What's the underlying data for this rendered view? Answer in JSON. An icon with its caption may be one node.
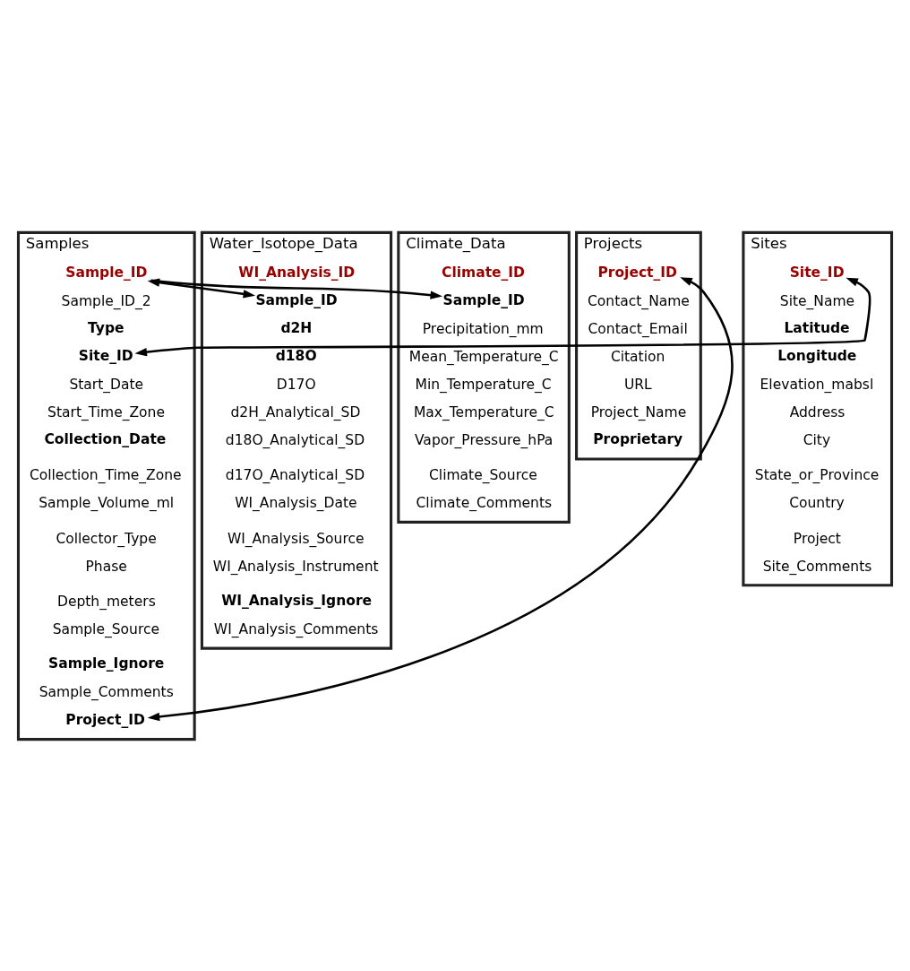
{
  "diagram": {
    "nodes": [
      {
        "text": [
          "Samples"
        ]
      },
      {
        "text": [
          "Sample_ID"
        ],
        "in": 0
      },
      {
        "text": [
          "Sample_ID_2"
        ],
        "in": 0
      },
      {
        "text": [
          "Type"
        ],
        "in": 0
      },
      {
        "text": [
          "Site_ID"
        ],
        "in": 0
      },
      {
        "text": [
          "Start_Date"
        ],
        "in": 0
      },
      {
        "text": [
          "Start_Time_Zone"
        ],
        "in": 0
      },
      {
        "text": [
          "Collection_Date"
        ],
        "in": 0
      },
      {
        "text": [
          "Collection_Time_Zone"
        ],
        "in": 0
      },
      {
        "text": [
          "Sample_Volume_ml"
        ],
        "in": 0
      },
      {
        "text": [
          "Collector_Type"
        ],
        "in": 0
      },
      {
        "text": [
          "Phase"
        ],
        "in": 0
      },
      {
        "text": [
          "Depth_meters"
        ],
        "in": 0
      },
      {
        "text": [
          "Sample_Source"
        ],
        "in": 0
      },
      {
        "text": [
          "Sample_Ignore"
        ],
        "in": 0
      },
      {
        "text": [
          "Sample_Comments"
        ],
        "in": 0
      },
      {
        "text": [
          "Project_ID"
        ],
        "in": 0
      },
      {
        "text": [
          "Sites"
        ]
      },
      {
        "text": [
          "Site_ID"
        ],
        "in": 17
      },
      {
        "text": [
          "Site_Name"
        ],
        "in": 17
      },
      {
        "text": [
          "Latitude"
        ],
        "in": 17
      },
      {
        "text": [
          "Longitude"
        ],
        "in": 17
      },
      {
        "text": [
          "Elevation_mabsl"
        ],
        "in": 17
      },
      {
        "text": [
          "Address"
        ],
        "in": 17
      },
      {
        "text": [
          "City"
        ],
        "in": 17
      },
      {
        "text": [
          "State_or_Province"
        ],
        "in": 17
      },
      {
        "text": [
          "Country"
        ],
        "in": 17
      },
      {
        "text": [
          "Project"
        ],
        "in": 17
      },
      {
        "text": [
          "Site_Comments"
        ],
        "in": 17
      },
      {
        "text": [
          "Water_Isotope_Data"
        ]
      },
      {
        "text": [
          "WI_Analysis_ID"
        ],
        "in": 29
      },
      {
        "text": [
          "Sample_ID"
        ],
        "in": 29
      },
      {
        "text": [
          "d2H"
        ],
        "in": 29
      },
      {
        "text": [
          "d18O"
        ],
        "in": 29
      },
      {
        "text": [
          "D17O"
        ],
        "in": 29
      },
      {
        "text": [
          "d2H_Analytical_SD"
        ],
        "in": 29
      },
      {
        "text": [
          "d18O_Analytical_SD"
        ],
        "in": 29
      },
      {
        "text": [
          "d17O_Analytical_SD"
        ],
        "in": 29
      },
      {
        "text": [
          "WI_Analysis_Date"
        ],
        "in": 29
      },
      {
        "text": [
          "WI_Analysis_Source"
        ],
        "in": 29
      },
      {
        "text": [
          "WI_Analysis_Instrument"
        ],
        "in": 29
      },
      {
        "text": [
          "WI_Analysis_Ignore"
        ],
        "in": 29
      },
      {
        "text": [
          "WI_Analysis_Comments"
        ],
        "in": 29
      },
      {
        "text": [
          "Projects"
        ]
      },
      {
        "text": [
          "Project_ID"
        ],
        "in": 43
      },
      {
        "text": [
          "Contact_Name"
        ],
        "in": 43
      },
      {
        "text": [
          "Contact_Email"
        ],
        "in": 43
      },
      {
        "text": [
          "Citation"
        ],
        "in": 43
      },
      {
        "text": [
          "URL"
        ],
        "in": 43
      },
      {
        "text": [
          "Project_Name"
        ],
        "in": 43
      },
      {
        "text": [
          "Proprietary"
        ],
        "in": 43
      },
      {
        "text": [
          "Climate_Data"
        ]
      },
      {
        "text": [
          "Climate_ID"
        ],
        "in": 51
      },
      {
        "text": [
          "Sample_ID"
        ],
        "in": 51
      },
      {
        "text": [
          "Precipitation_mm"
        ],
        "in": 51
      },
      {
        "text": [
          "Mean_Temperature_C"
        ],
        "in": 51
      },
      {
        "text": [
          "Min_Temperature_C"
        ],
        "in": 51
      },
      {
        "text": [
          "Max_Temperature_C"
        ],
        "in": 51
      },
      {
        "text": [
          "Vapor_Pressure_hPa"
        ],
        "in": 51
      },
      {
        "text": [
          "Climate_Source"
        ],
        "in": 51
      },
      {
        "text": [
          "Climate_Comments"
        ],
        "in": 51
      }
    ],
    "edges": [
      {
        "from": 1,
        "to": 31,
        "arrow": "both"
      },
      {
        "from": 4,
        "to": 18,
        "arrow": "both"
      },
      {
        "from": 1,
        "to": 53,
        "arrow": "to"
      },
      {
        "from": 16,
        "to": 44,
        "arrow": "both"
      }
    ]
  }
}
